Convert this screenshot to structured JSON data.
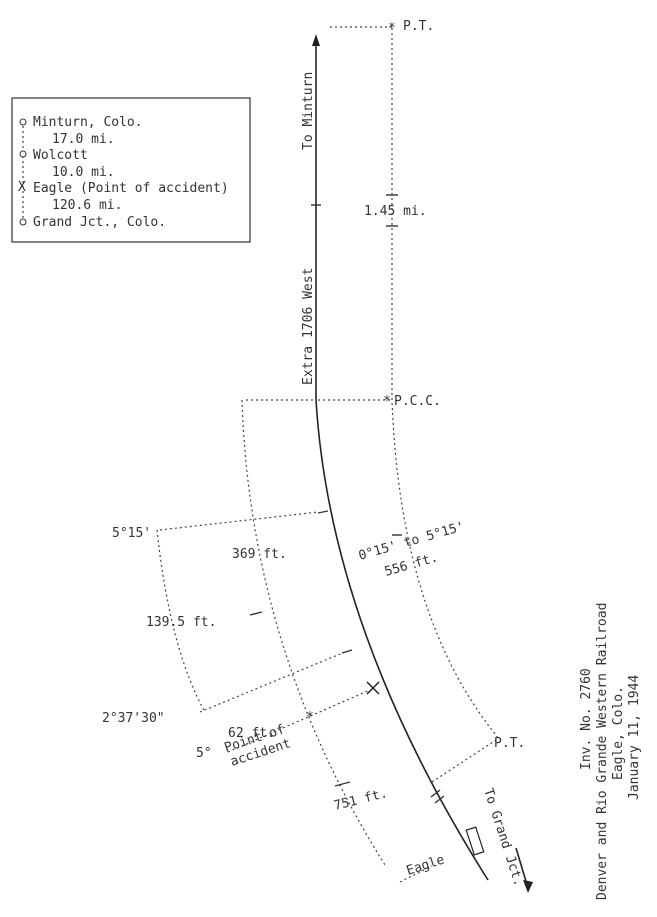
{
  "legend": {
    "stations": [
      {
        "symbol": "o",
        "name": "Minturn, Colo."
      },
      {
        "symbol": "o",
        "name": "Wolcott"
      },
      {
        "symbol": "X",
        "name": "Eagle (Point of accident)"
      },
      {
        "symbol": "o",
        "name": "Grand Jct., Colo."
      }
    ],
    "distances": [
      "17.0 mi.",
      "10.0 mi.",
      "120.6 mi."
    ]
  },
  "track": {
    "to_minturn": "To Minturn",
    "train": "Extra 1706 West",
    "to_grand_jct": "To Grand Jct.",
    "station": "Eagle"
  },
  "points": {
    "pt_top": "P.T.",
    "pcc": "P.C.C.",
    "pt_bottom": "P.T.",
    "point_of_accident": [
      "Point of",
      "accident"
    ]
  },
  "measurements": {
    "tangent": "1.45 mi.",
    "curve_right_range": "0°15' to 5°15'",
    "curve_right_length": "556 ft.",
    "curve_left_a": "369 ft.",
    "curve_left_b": "139.5 ft.",
    "curve_left_c": "62 ft.",
    "curve_left_d": "751 ft.",
    "deg_5_15": "5°15'",
    "deg_2_37_30": "2°37'30\"",
    "deg_5": "5°"
  },
  "caption": {
    "inv": "Inv. No. 2760",
    "railroad": "Denver and Rio Grande Western Railroad",
    "place": "Eagle, Colo.",
    "date": "January 11, 1944"
  }
}
